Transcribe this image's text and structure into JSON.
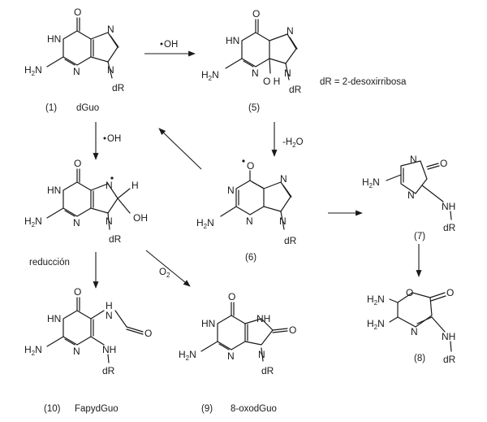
{
  "legend": {
    "text": "dR = 2-desoxirribosa"
  },
  "atoms": {
    "O": "O",
    "N": "N",
    "H": "H",
    "NH": "NH",
    "HN": "HN",
    "H2N": "H",
    "two": "2",
    "dR": "dR",
    "OH": "OH",
    "OHsplit": "O H"
  },
  "compounds": {
    "c1": {
      "number": "(1)",
      "name": "dGuo"
    },
    "c5": {
      "number": "(5)"
    },
    "c6": {
      "number": "(6)"
    },
    "c7": {
      "number": "(7)"
    },
    "c8": {
      "number": "(8)"
    },
    "c9": {
      "number": "(9)",
      "name": "8-oxodGuo"
    },
    "c10": {
      "number": "(10)",
      "name": "FapydGuo"
    }
  },
  "reactions": {
    "oh_radical": "OH",
    "minus_water": "-H",
    "minus_water_sub": "2",
    "minus_water_end": "O",
    "reduction": "reducción",
    "oxygen": "O",
    "oxygen_sub": "2"
  }
}
